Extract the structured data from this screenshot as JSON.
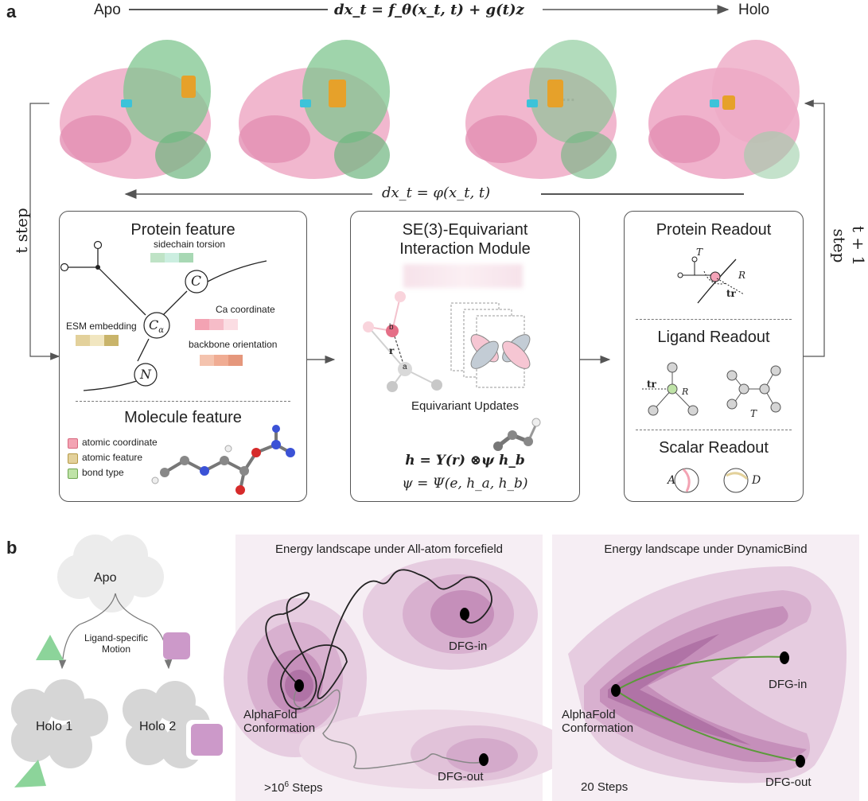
{
  "panel_a": {
    "letter": "a",
    "top_left": "Apo",
    "top_right": "Holo",
    "forward_eq": "dx_t = f_θ(x_t, t) + g(t)z",
    "ellipsis": "...",
    "reverse_eq": "dx_t = φ(x_t, t)",
    "left_loop": "t step",
    "right_loop": "t + 1 step",
    "protein_feature": {
      "title": "Protein feature",
      "sidechain": "sidechain torsion",
      "ca_coord": "Ca coordinate",
      "backbone": "backbone orientation",
      "esm": "ESM embedding",
      "node_c": "C",
      "node_ca": "C",
      "node_ca_sub": "α",
      "node_n": "N"
    },
    "molecule_feature": {
      "title": "Molecule feature",
      "legend": [
        "atomic coordinate",
        "atomic feature",
        "bond type"
      ]
    },
    "interaction": {
      "title_line1": "SE(3)-Equivariant",
      "title_line2": "Interaction Module",
      "node_a": "a",
      "node_b": "b",
      "vec_r": "r",
      "updates": "Equivariant Updates",
      "eq1": "h = Y(r) ⊗ψ h_b",
      "eq2": "ψ = Ψ(e, h_a, h_b)"
    },
    "readouts": {
      "protein": "Protein Readout",
      "ligand": "Ligand Readout",
      "scalar": "Scalar Readout",
      "T": "T",
      "R": "R",
      "tr": "tr",
      "A": "A",
      "D": "D"
    }
  },
  "panel_b": {
    "letter": "b",
    "apo": "Apo",
    "motion_line1": "Ligand-specific",
    "motion_line2": "Motion",
    "holo1": "Holo 1",
    "holo2": "Holo 2",
    "landscape1": {
      "title": "Energy landscape under All-atom forcefield",
      "alphafold_line1": "AlphaFold",
      "alphafold_line2": "Conformation",
      "dfg_in": "DFG-in",
      "dfg_out": "DFG-out",
      "steps_prefix": ">10",
      "steps_exp": "6",
      "steps_suffix": " Steps"
    },
    "landscape2": {
      "title": "Energy landscape under DynamicBind",
      "alphafold_line1": "AlphaFold",
      "alphafold_line2": "Conformation",
      "dfg_in": "DFG-in",
      "dfg_out": "DFG-out",
      "steps": "20 Steps"
    }
  },
  "colors": {
    "apo_green": "#7fc58f",
    "holo_pink": "#eeaac6",
    "ligand_orange": "#e6a12a",
    "landscape_purple": "#b873ad",
    "path_green": "#5b9a3a"
  }
}
